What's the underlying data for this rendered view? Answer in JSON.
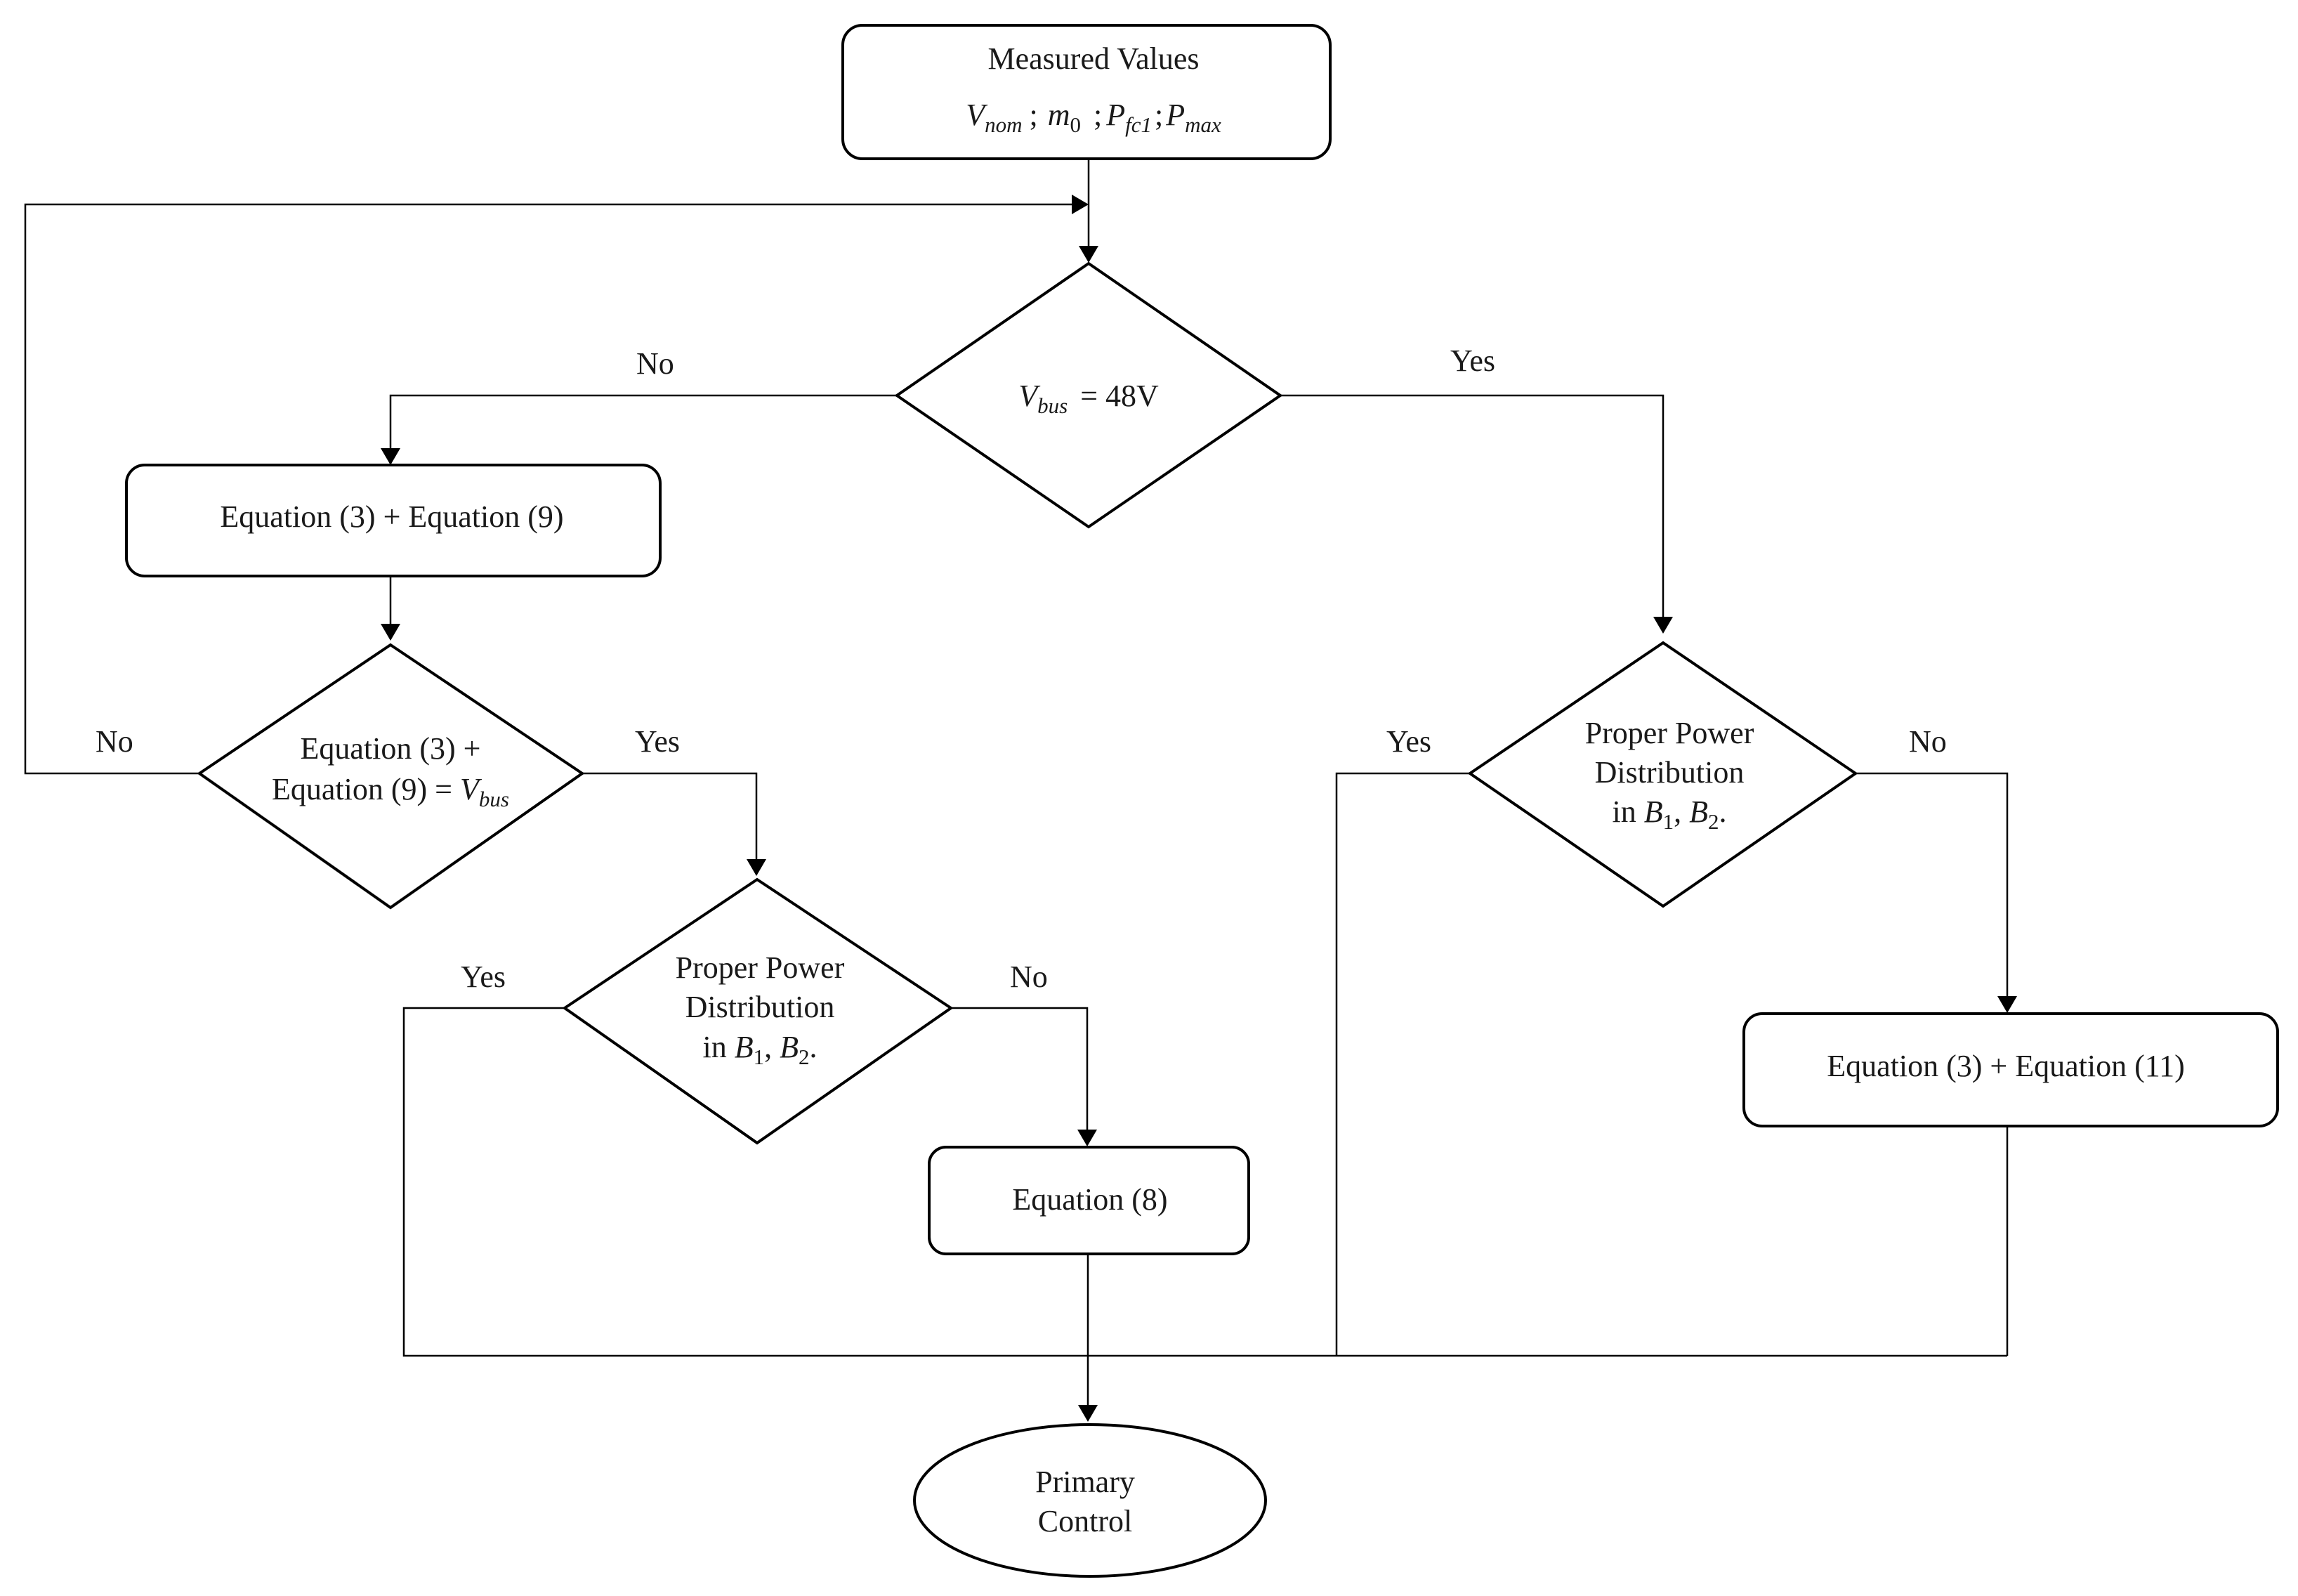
{
  "nodes": {
    "measured": {
      "title": "Measured Values",
      "v": "V",
      "v_sub": "nom",
      "sep1": ";",
      "m": "m",
      "m_sub": "0",
      "sep2": ";",
      "pfc": "P",
      "pfc_sub": "fc1",
      "sep3": ";",
      "pmax": "P",
      "pmax_sub": "max"
    },
    "decision_vbus": {
      "v": "V",
      "v_sub": "bus",
      "rest": "= 48V"
    },
    "eq3_eq9": {
      "label": "Equation (3) + Equation (9)"
    },
    "decision_eq_vbus": {
      "line1": "Equation (3) +",
      "line2": "Equation (9) = ",
      "v": "V",
      "v_sub": "bus"
    },
    "decision_power_left": {
      "line1": "Proper Power",
      "line2": "Distribution",
      "pre": "in ",
      "b": "B",
      "b1": "1",
      "comma": ", ",
      "b2": "2",
      "dot": "."
    },
    "decision_power_right": {
      "line1": "Proper Power",
      "line2": "Distribution",
      "pre": "in ",
      "b": "B",
      "b1": "1",
      "comma": ", ",
      "b2": "2",
      "dot": "."
    },
    "eq8": {
      "label": "Equation (8)"
    },
    "eq3_eq11": {
      "label": "Equation (3) + Equation (11)"
    },
    "primary": {
      "line1": "Primary",
      "line2": "Control"
    }
  },
  "edge_labels": {
    "vbus_no": "No",
    "vbus_yes": "Yes",
    "eqvbus_no": "No",
    "eqvbus_yes": "Yes",
    "left_power_yes": "Yes",
    "left_power_no": "No",
    "right_power_yes": "Yes",
    "right_power_no": "No"
  }
}
